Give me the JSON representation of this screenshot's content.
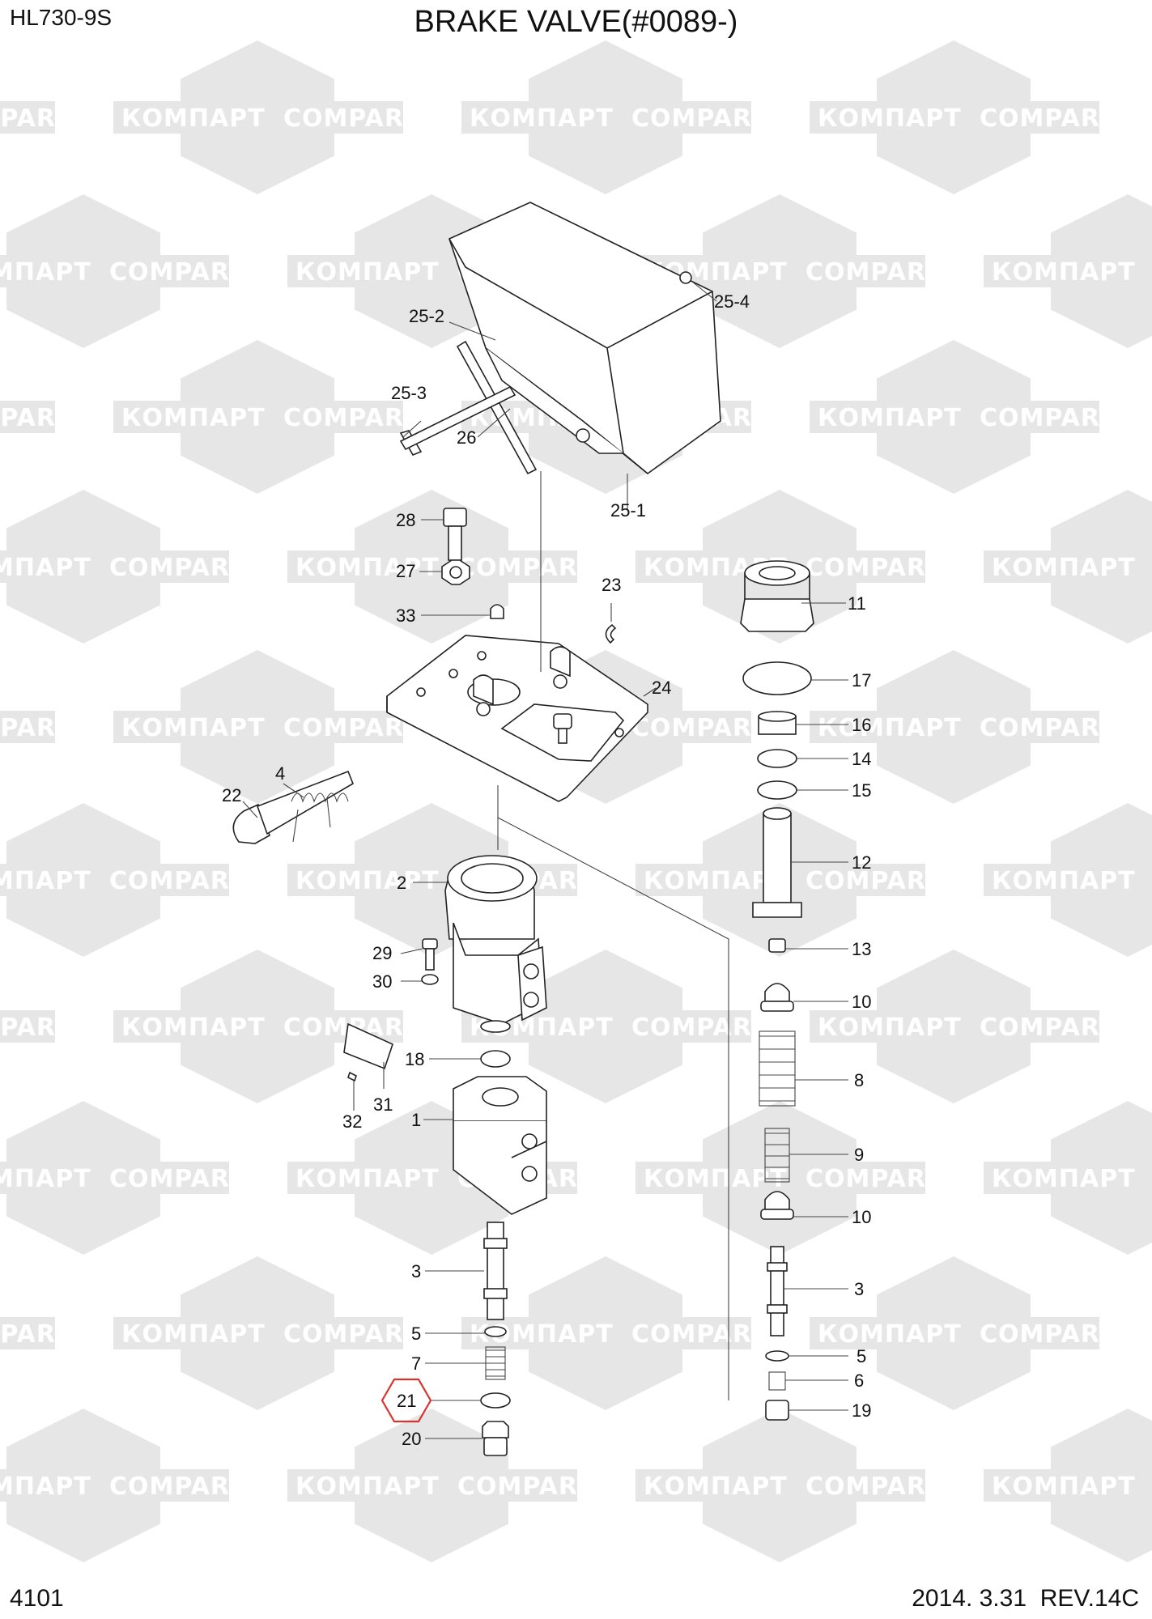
{
  "header": {
    "model": "HL730-9S",
    "title": "BRAKE VALVE(#0089-)"
  },
  "footer": {
    "page_number": "4101",
    "date": "2014. 3.31",
    "revision": "REV.14C"
  },
  "watermark": {
    "text_cyrillic": "КОМПАРТ",
    "text_latin": "COMPART",
    "color": "#e6e6e6"
  },
  "highlight": {
    "part": "21",
    "color": "#d9342b",
    "shape": "hexagon"
  },
  "parts": [
    {
      "id": "p25-4",
      "label": "25-4"
    },
    {
      "id": "p25-2",
      "label": "25-2"
    },
    {
      "id": "p25-3",
      "label": "25-3"
    },
    {
      "id": "p26",
      "label": "26"
    },
    {
      "id": "p25-1",
      "label": "25-1"
    },
    {
      "id": "p28",
      "label": "28"
    },
    {
      "id": "p27",
      "label": "27"
    },
    {
      "id": "p33",
      "label": "33"
    },
    {
      "id": "p23",
      "label": "23"
    },
    {
      "id": "p24",
      "label": "24"
    },
    {
      "id": "p4",
      "label": "4"
    },
    {
      "id": "p22",
      "label": "22"
    },
    {
      "id": "p2",
      "label": "2"
    },
    {
      "id": "p29",
      "label": "29"
    },
    {
      "id": "p30",
      "label": "30"
    },
    {
      "id": "p18",
      "label": "18"
    },
    {
      "id": "p31",
      "label": "31"
    },
    {
      "id": "p32",
      "label": "32"
    },
    {
      "id": "p1",
      "label": "1"
    },
    {
      "id": "p3a",
      "label": "3"
    },
    {
      "id": "p5a",
      "label": "5"
    },
    {
      "id": "p7",
      "label": "7"
    },
    {
      "id": "p21",
      "label": "21"
    },
    {
      "id": "p20",
      "label": "20"
    },
    {
      "id": "p11",
      "label": "11"
    },
    {
      "id": "p17",
      "label": "17"
    },
    {
      "id": "p16",
      "label": "16"
    },
    {
      "id": "p14",
      "label": "14"
    },
    {
      "id": "p15",
      "label": "15"
    },
    {
      "id": "p12",
      "label": "12"
    },
    {
      "id": "p13",
      "label": "13"
    },
    {
      "id": "p10a",
      "label": "10"
    },
    {
      "id": "p8",
      "label": "8"
    },
    {
      "id": "p9",
      "label": "9"
    },
    {
      "id": "p10b",
      "label": "10"
    },
    {
      "id": "p3b",
      "label": "3"
    },
    {
      "id": "p5b",
      "label": "5"
    },
    {
      "id": "p6",
      "label": "6"
    },
    {
      "id": "p19",
      "label": "19"
    }
  ]
}
